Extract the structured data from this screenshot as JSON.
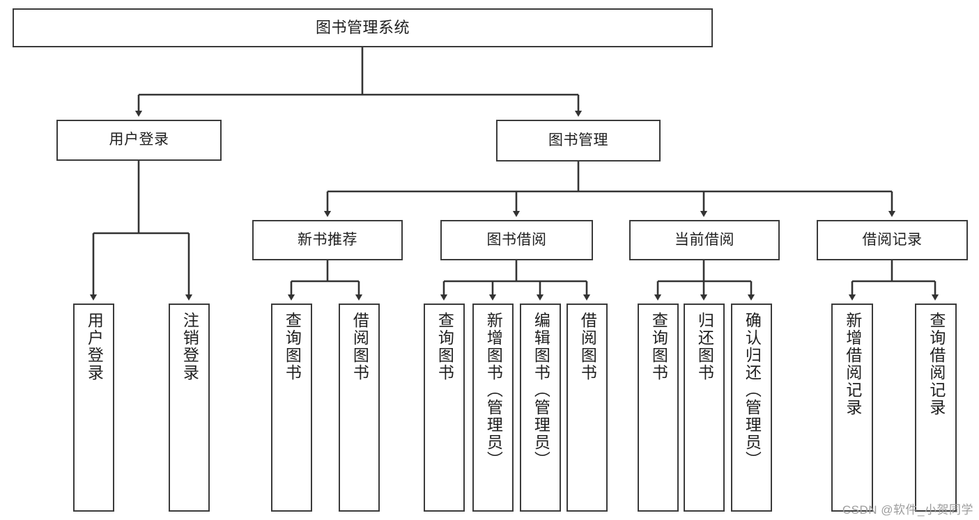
{
  "diagram": {
    "title": "图书管理系统",
    "type": "tree-hierarchy-chart",
    "watermark": "CSDN @软件_小贺同学",
    "colors": {
      "box_border": "#3b3b3b",
      "box_fill": "#ffffff",
      "edge": "#333333",
      "text": "#1f1f1f",
      "watermark": "#9d9d9d",
      "background": "#ffffff"
    }
  },
  "nodes": {
    "root": {
      "label": "图书管理系统"
    },
    "level2": [
      {
        "id": "user-login",
        "label": "用户登录"
      },
      {
        "id": "book-manage",
        "label": "图书管理"
      }
    ],
    "level3": [
      {
        "id": "new-book-recommend",
        "label": "新书推荐"
      },
      {
        "id": "book-borrow",
        "label": "图书借阅"
      },
      {
        "id": "current-borrow",
        "label": "当前借阅"
      },
      {
        "id": "borrow-record",
        "label": "借阅记录"
      }
    ],
    "leaves": {
      "user-login": [
        {
          "id": "leaf-user-login",
          "label": "用户登录"
        },
        {
          "id": "leaf-logout-login",
          "label": "注销登录"
        }
      ],
      "new-book-recommend": [
        {
          "id": "leaf-query-book-1",
          "label": "查询图书"
        },
        {
          "id": "leaf-borrow-book-1",
          "label": "借阅图书"
        }
      ],
      "book-borrow": [
        {
          "id": "leaf-query-book-2",
          "label": "查询图书"
        },
        {
          "id": "leaf-add-book",
          "label": "新增图书（管理员）"
        },
        {
          "id": "leaf-edit-book",
          "label": "编辑图书（管理员）"
        },
        {
          "id": "leaf-borrow-book-2",
          "label": "借阅图书"
        }
      ],
      "current-borrow": [
        {
          "id": "leaf-query-book-3",
          "label": "查询图书"
        },
        {
          "id": "leaf-return-book",
          "label": "归还图书"
        },
        {
          "id": "leaf-confirm-return",
          "label": "确认归还（管理员）"
        }
      ],
      "borrow-record": [
        {
          "id": "leaf-add-record",
          "label": "新增借阅记录"
        },
        {
          "id": "leaf-query-record",
          "label": "查询借阅记录"
        }
      ]
    }
  }
}
